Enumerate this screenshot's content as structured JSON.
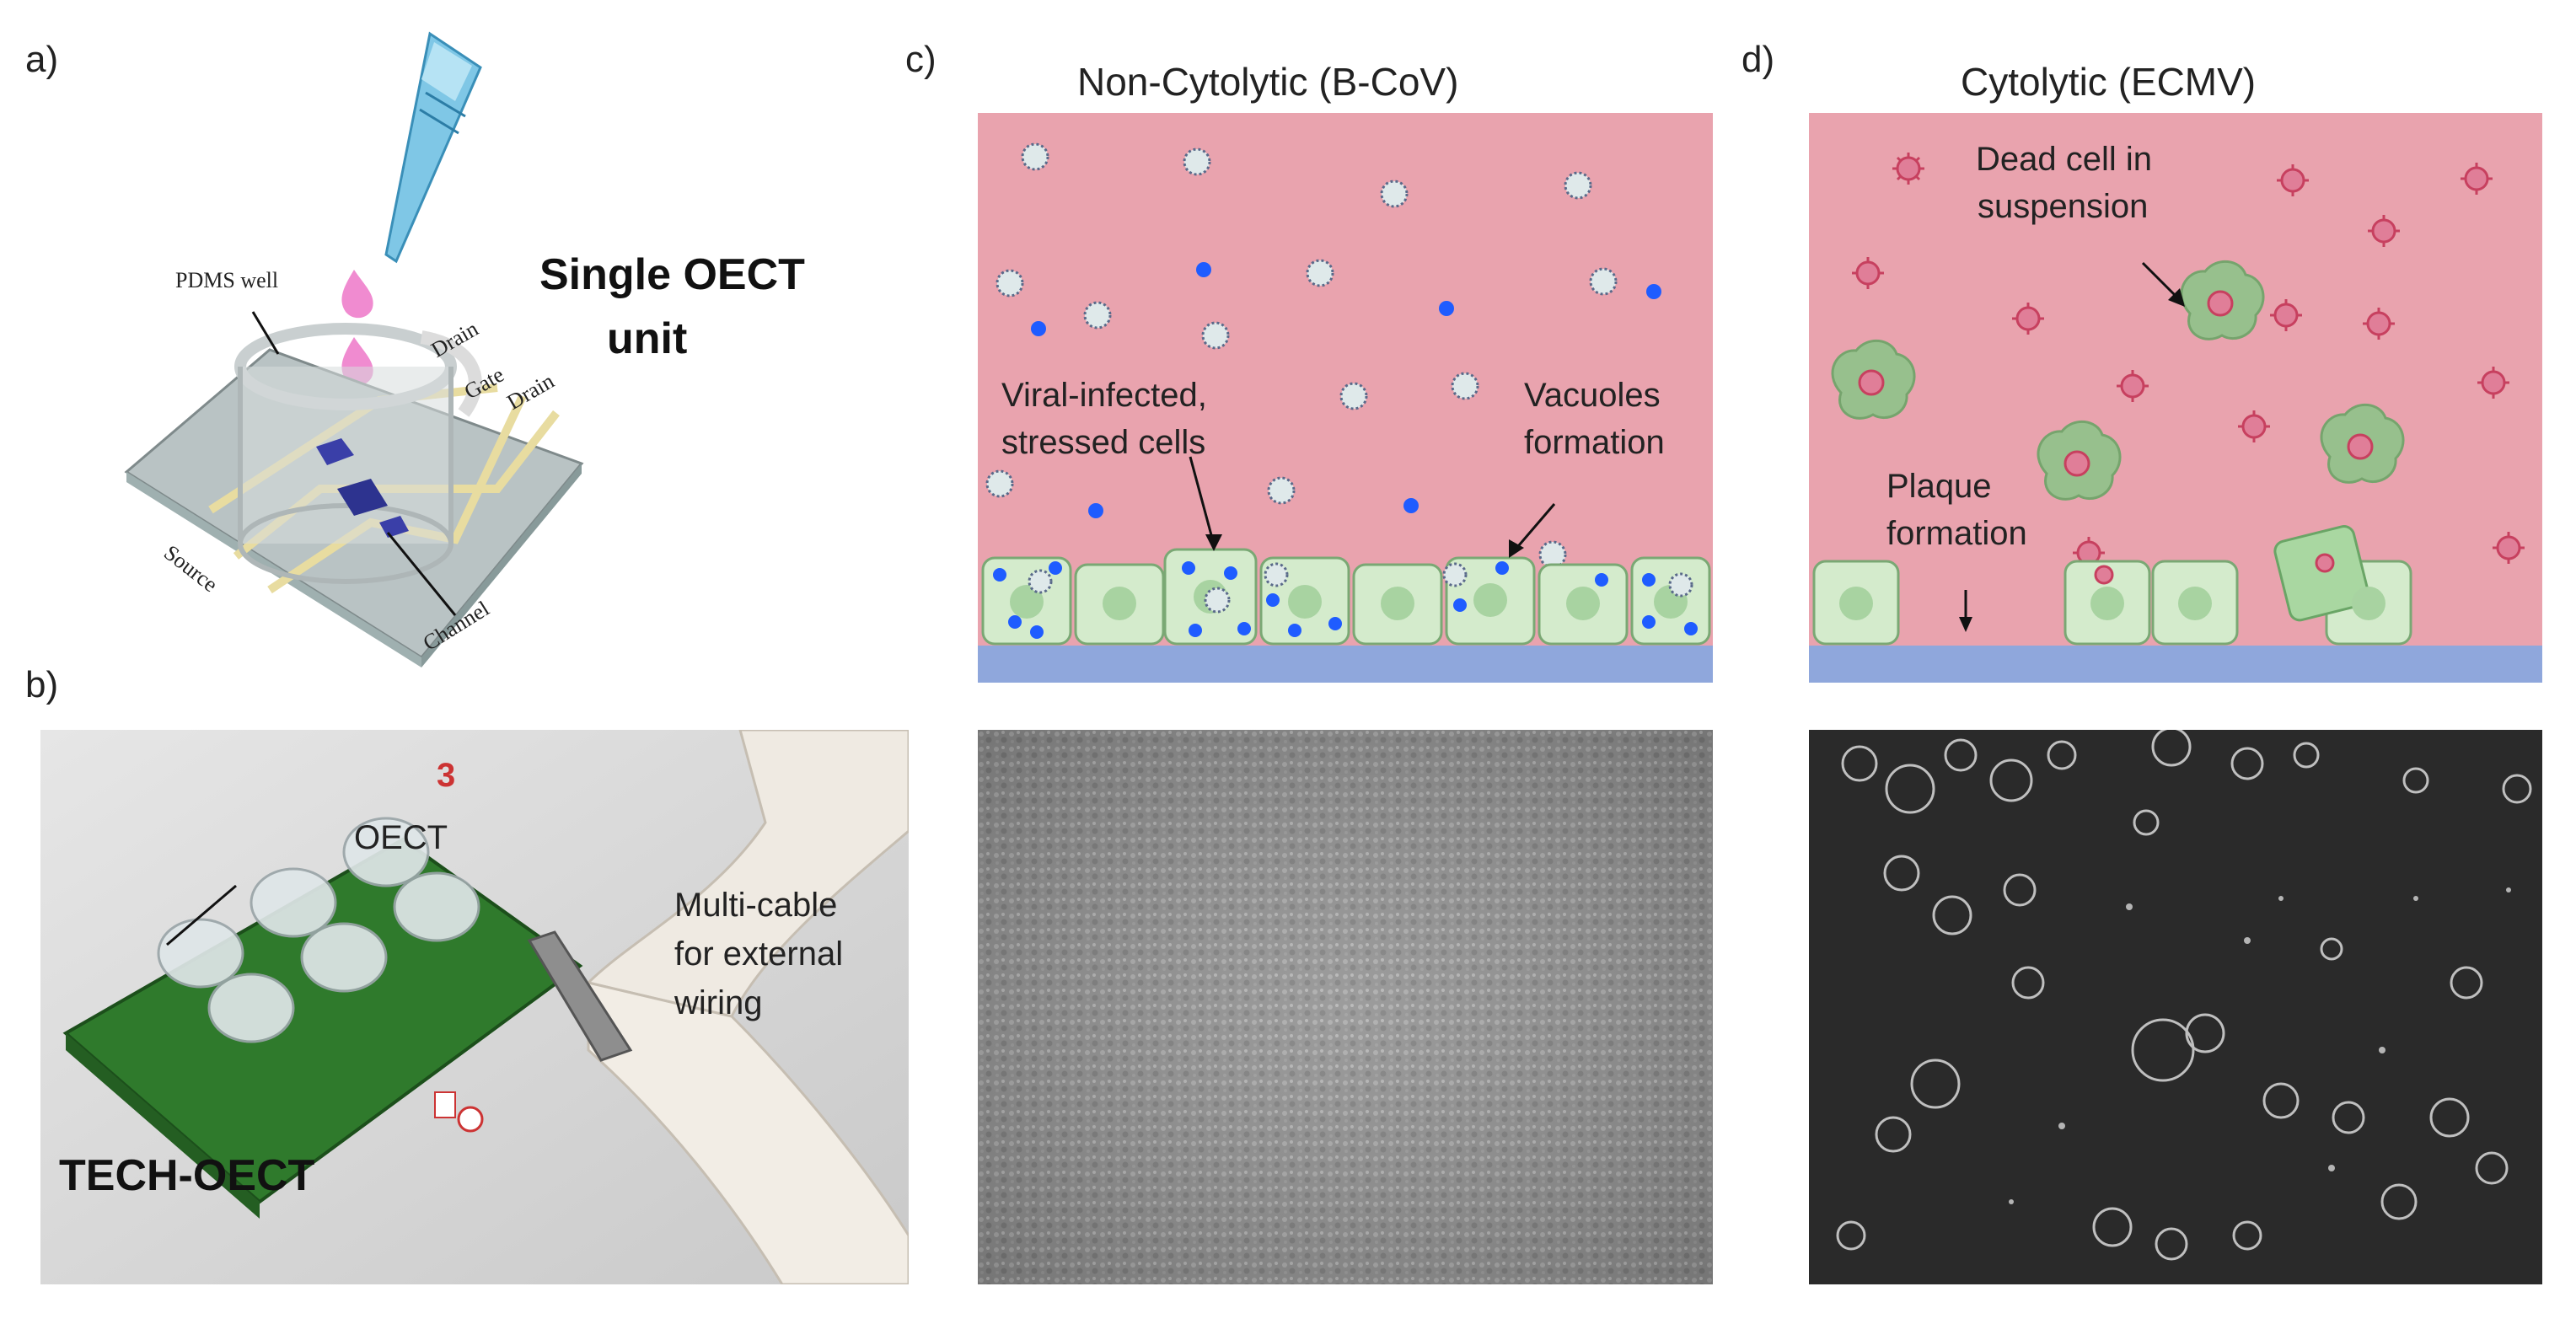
{
  "panels": {
    "a": {
      "letter": "a)",
      "title": "Single OECT",
      "title2": "unit",
      "labels": {
        "pdms_well": "PDMS well",
        "drain_top": "Drain",
        "gate": "Gate",
        "drain": "Drain",
        "source": "Source",
        "channel": "Channel"
      }
    },
    "b": {
      "letter": "b)",
      "oect_label": "OECT",
      "cable_line1": "Multi-cable",
      "cable_line2": "for external",
      "cable_line3": "wiring",
      "device_name": "TECH-OECT",
      "board_mark": "3"
    },
    "c": {
      "letter": "c)",
      "title": "Non-Cytolytic (B-CoV)",
      "infected_line1": "Viral-infected,",
      "infected_line2": "stressed cells",
      "vacuoles_line1": "Vacuoles",
      "vacuoles_line2": "formation"
    },
    "d": {
      "letter": "d)",
      "title": "Cytolytic (ECMV)",
      "dead_line1": "Dead cell in",
      "dead_line2": "suspension",
      "plaque_line1": "Plaque",
      "plaque_line2": "formation"
    }
  },
  "colors": {
    "medium": "#e9a3ae",
    "substrate": "#8fa7dc",
    "cell_fill": "#d4ebcc",
    "cell_nucleus": "#a8d3a1",
    "virus_blue": "#1f5cff",
    "virus_pink": "#d0506f",
    "pcb_green": "#2f7a2c"
  }
}
